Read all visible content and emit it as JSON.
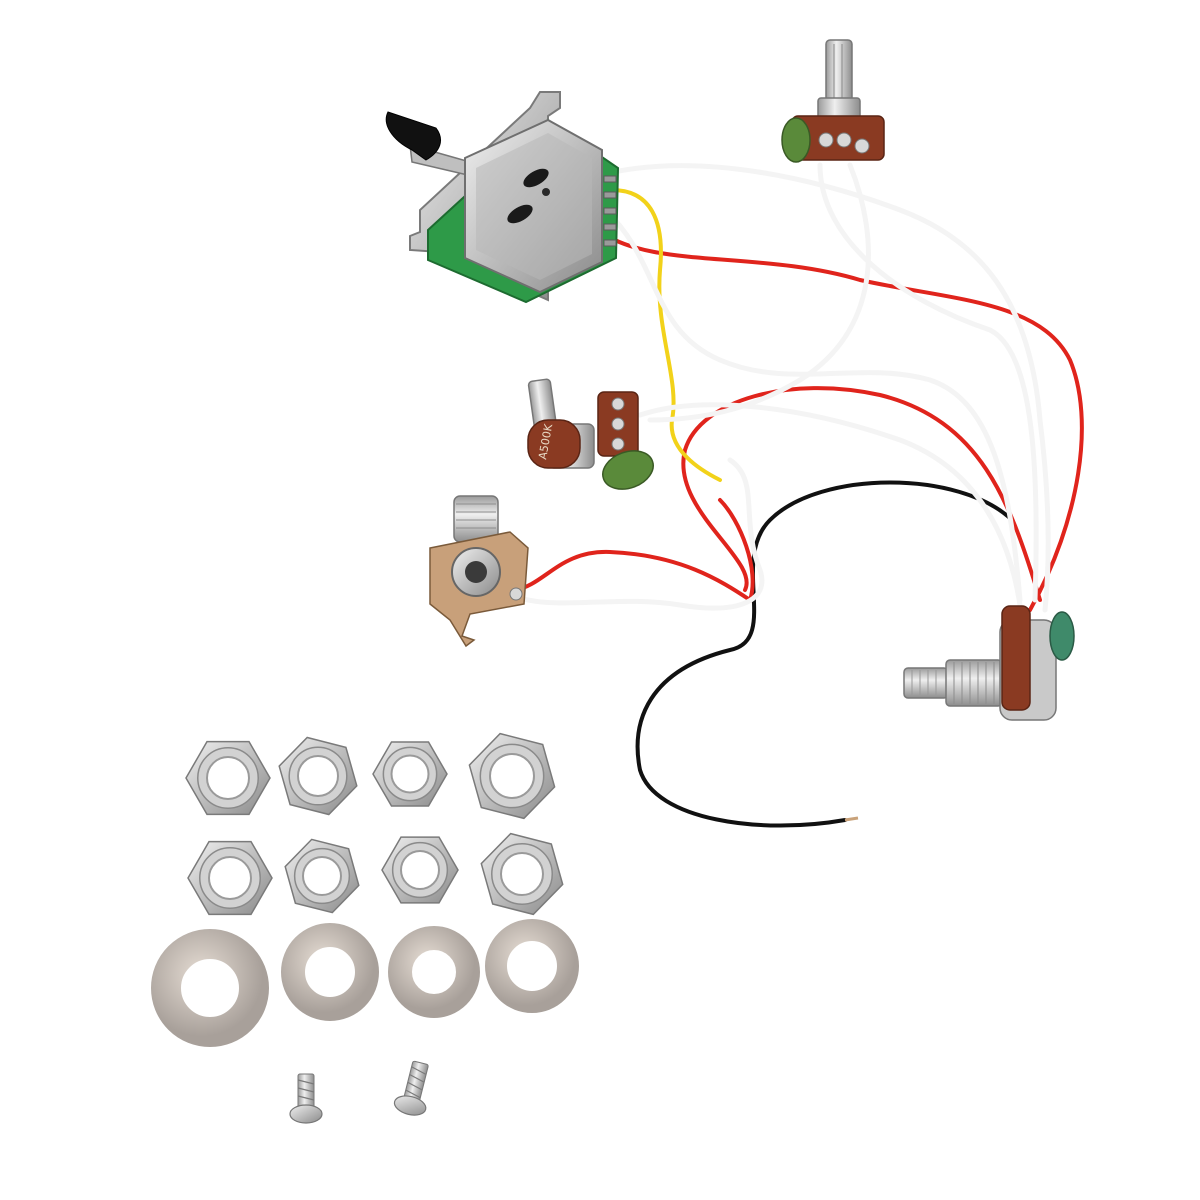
{
  "photo": {
    "background": "#ffffff",
    "colors": {
      "wire_white": "#f4f4f4",
      "wire_red": "#e0241c",
      "wire_yellow": "#f2d21a",
      "wire_black": "#111111",
      "pcb_green": "#2e9a48",
      "metal": "#c9c9c9",
      "pot_body": "#8a3a22",
      "capacitor": "#5a8a3a",
      "cap_black": "#111111"
    },
    "pot_marking": "A500K",
    "components": [
      {
        "name": "5-way-selector-switch",
        "icon": "switch-icon"
      },
      {
        "name": "potentiometer-top",
        "icon": "knob-icon"
      },
      {
        "name": "potentiometer-middle",
        "icon": "knob-icon"
      },
      {
        "name": "potentiometer-right",
        "icon": "knob-icon"
      },
      {
        "name": "output-jack",
        "icon": "jack-icon"
      },
      {
        "name": "hex-nuts",
        "count": 8
      },
      {
        "name": "flat-washers",
        "count": 4
      },
      {
        "name": "mounting-screws",
        "count": 2
      }
    ]
  }
}
